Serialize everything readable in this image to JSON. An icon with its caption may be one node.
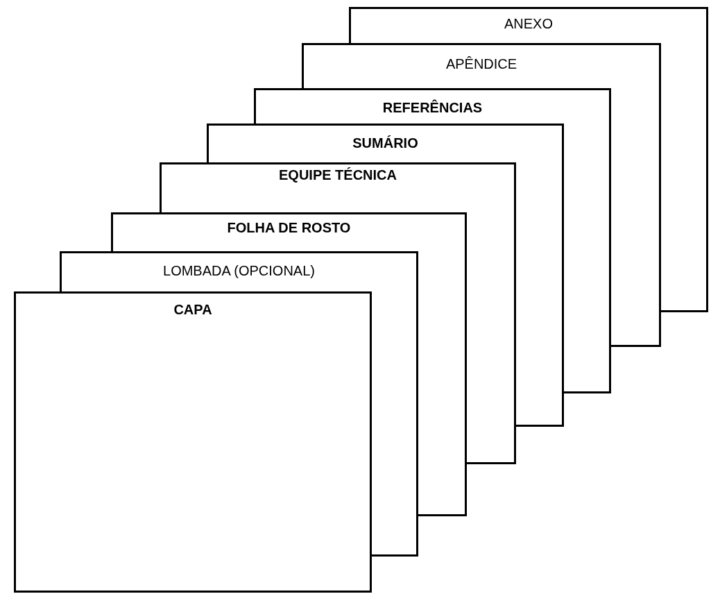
{
  "diagram": {
    "nodes": [
      {
        "text": [
          "ANEXO"
        ]
      },
      {
        "text": [
          "APÊNDICE"
        ]
      },
      {
        "text": [
          "REFERÊNCIAS"
        ]
      },
      {
        "text": [
          "SUMÁRIO"
        ]
      },
      {
        "text": [
          "EQUIPE TÉCNICA"
        ]
      },
      {
        "text": [
          "FOLHA DE ROSTO"
        ]
      },
      {
        "text": [
          "LOMBADA (OPCIONAL)"
        ]
      },
      {
        "text": [
          "CAPA"
        ]
      }
    ]
  }
}
